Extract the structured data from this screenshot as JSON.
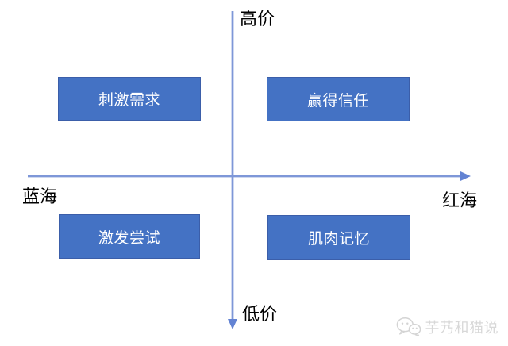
{
  "matrix": {
    "axes": {
      "top": "高价",
      "bottom": "低价",
      "left": "蓝海",
      "right": "红海"
    },
    "quadrants": {
      "top_left": "刺激需求",
      "top_right": "赢得信任",
      "bottom_left": "激发尝试",
      "bottom_right": "肌肉记忆"
    },
    "colors": {
      "box_fill": "#4472C4",
      "box_border": "#3B5EA9",
      "box_text": "#FFFFFF",
      "axis_line": "#7E97D8",
      "arrowhead": "#6383D3",
      "axis_label_text": "#000000",
      "watermark_color": "#D8D8D8"
    }
  },
  "watermark": {
    "icon": "wechat-icon",
    "text": "芋艿和猫说"
  }
}
